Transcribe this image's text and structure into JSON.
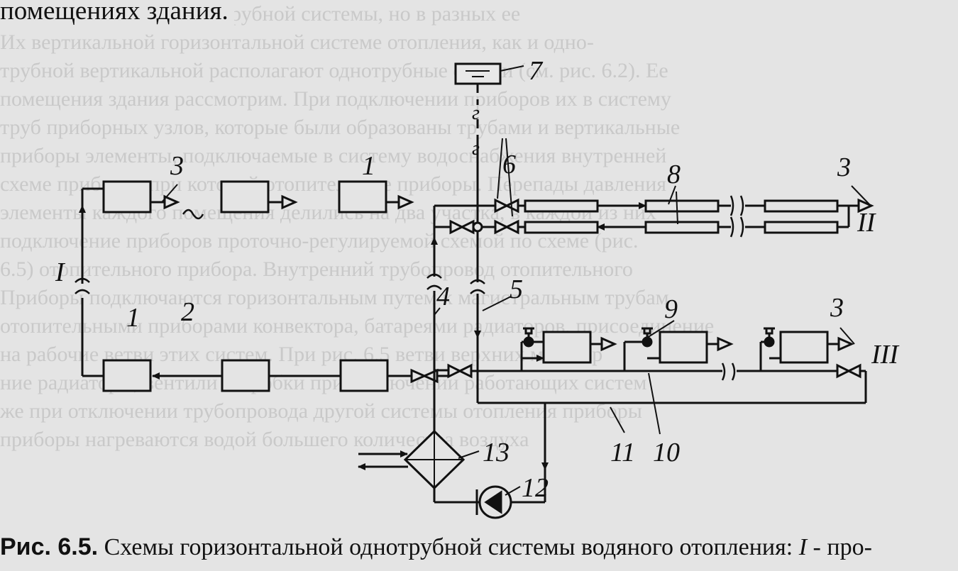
{
  "page": {
    "top_line": "помещениях здания.",
    "caption": {
      "prefix": "Рис. 6.5.",
      "text": " Схемы горизонтальной однотрубной системы водяного отопления: ",
      "roman": "I",
      "suffix": " - про-"
    },
    "background_text": [
      "ров одной и той же однотрубной системы, но в разных ее",
      "Их вертикальной  горизонтальной системе отопления, как и одно-",
      "трубной вертикальной располагают однотрубные стояки (см. рис. 6.2). Ее",
      "помещения здания рассмотрим. При подключении приборов их в систему",
      "труб приборных узлов, которые были образованы трубами и вертикальные",
      "приборы элементы, подключаемые в систему водоснабжения внутренней",
      "схеме приборов при которой отопительные приборы. Перепады давления",
      "элементы каждого помещения делились на два участка, в каждой из них",
      "подключение приборов проточно-регулируемой схемой по схеме (рис.",
      "6.5) отопительного прибора. Внутренний трубопровод отопительного",
      "Приборы подключаются горизонтальным путем к магистральным трубам",
      "отопительными приборами конвектора, батареями радиаторов, присоединение",
      "на рабочие ветви этих систем. При рис. 6.5 ветви верхних магистр",
      "ние радиаторы, вентили и пробки при отключении работающих систем",
      "же при отключении трубопровода другой системы отопления приборы",
      "приборы нагреваются водой большего количества воздуха"
    ]
  },
  "diagram": {
    "labels": {
      "l1_top": "1",
      "l1_left": "1",
      "l2": "2",
      "l3_top_left": "3",
      "l3_top_right": "3",
      "l3_bottom_right": "3",
      "l4": "4",
      "l5": "5",
      "l6": "6",
      "l7": "7",
      "l8": "8",
      "l9": "9",
      "l10": "10",
      "l11": "11",
      "l12": "12",
      "l13": "13",
      "branch_I": "I",
      "branch_II": "II",
      "branch_III": "III"
    },
    "line_marks": [
      "г",
      "г"
    ]
  }
}
